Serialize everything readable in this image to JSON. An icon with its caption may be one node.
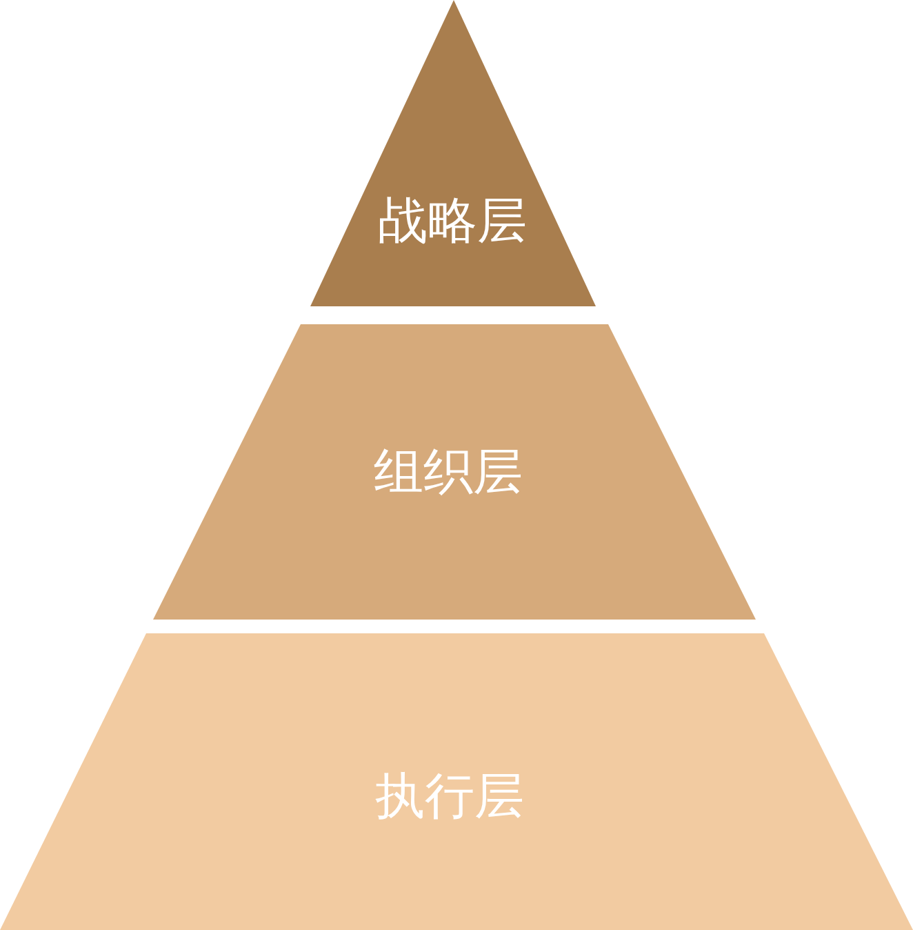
{
  "diagram": {
    "nodes": [
      {
        "text": [
          "战略层"
        ]
      },
      {
        "text": [
          "组织层"
        ]
      },
      {
        "text": [
          "执行层"
        ]
      }
    ]
  }
}
